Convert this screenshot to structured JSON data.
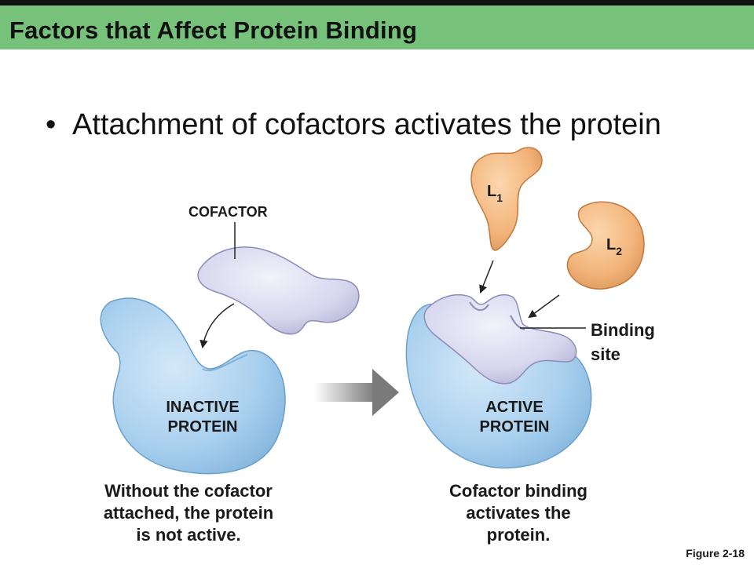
{
  "slide": {
    "title": "Factors that Affect Protein Binding",
    "bullet": "Attachment of cofactors activates the protein",
    "figure_ref": "Figure 2-18"
  },
  "diagram": {
    "cofactor_label": "COFACTOR",
    "inactive_label": [
      "INACTIVE",
      "PROTEIN"
    ],
    "active_label": [
      "ACTIVE",
      "PROTEIN"
    ],
    "ligand1": {
      "letter": "L",
      "sub": "1"
    },
    "ligand2": {
      "letter": "L",
      "sub": "2"
    },
    "binding_site_label": [
      "Binding",
      "site"
    ],
    "left_caption": [
      "Without the cofactor",
      "attached, the protein",
      "is not active."
    ],
    "right_caption": [
      "Cofactor binding",
      "activates the",
      "protein."
    ]
  },
  "colors": {
    "header_bar": "#77c27a",
    "protein_blue": "#a9d0ee",
    "cofactor_lavender": "#d4d4ec",
    "ligand_orange": "#f2b47a"
  }
}
